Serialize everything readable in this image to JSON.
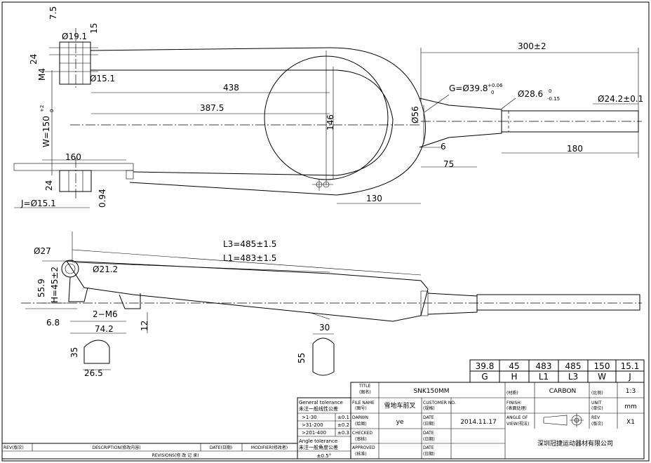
{
  "drawing": {
    "top_view": {
      "overall_length": "300±2",
      "top_bore": "Ø19.1",
      "top_offset": "7.5",
      "top_step": "15",
      "top_height": "24",
      "bolt": "M4",
      "hole_small": "Ø15.1",
      "length_438": "438",
      "length_387": "387.5",
      "width_label": "W=150",
      "width_tol_upper": "+2",
      "width_tol_lower": "0",
      "height_146": "146",
      "g_label": "G=Ø39.8",
      "g_tol_upper": "+0.06",
      "g_tol_lower": "0",
      "d_28": "Ø28.6",
      "d_28_tol_upper": "0",
      "d_28_tol_lower": "-0.15",
      "d_24": "Ø24.2±0.1",
      "d_56": "Ø56",
      "dim_6": "6",
      "dim_75": "75",
      "dim_180": "180",
      "dim_130": "130",
      "dim_160": "160",
      "dim_24b": "24",
      "dim_094": "0.94",
      "j_label": "J=Ø15.1"
    },
    "side_view": {
      "l3": "L3=485±1.5",
      "l1": "L1=483±1.5",
      "d_27": "Ø27",
      "d_21": "Ø21.2",
      "dim_559": "55.9",
      "h_label": "H=45±2",
      "m6": "2−M6",
      "dim_68": "6.8",
      "dim_742": "74.2",
      "dim_12": "12",
      "dim_30": "30",
      "dim_55": "55",
      "dim_35": "35",
      "dim_265": "26.5"
    }
  },
  "spec_table": {
    "values": [
      "39.8",
      "45",
      "483",
      "485",
      "150",
      "15.1"
    ],
    "keys": [
      "G",
      "H",
      "L1",
      "L3",
      "W",
      "J"
    ]
  },
  "title_block": {
    "title_label": "TITLE",
    "title_label_cn": "(图名)",
    "title_value": "SNK150MM",
    "material_label": "(材质)",
    "material_value": "CARBON",
    "scale_label": "(比例)",
    "scale_value": "1:3",
    "file_name_label": "FILE NAME",
    "file_name_label_cn": "(图号)",
    "file_name_value": "雪地车前叉",
    "customer_label": "CUSTOMER NO.",
    "customer_label_cn": "(规格)",
    "finish_label": "FINISH:",
    "finish_label_cn": "(表面处理)",
    "unit_label": "UNIT",
    "unit_label_cn": "(单位)",
    "unit_value": "mm",
    "drawn_label": "DARWN",
    "drawn_label_cn": "(绘图)",
    "drawn_value": "ye",
    "date_label": "DATE",
    "date_label_cn": "(日期)",
    "date_value": "2014.11.17",
    "angle_label": "ANGLE OF",
    "angle_label_cn": "VIEW(视法)",
    "rev_label": "REV",
    "rev_label_cn": "(版次)",
    "rev_value": "X1",
    "checked_label": "CHECKED",
    "checked_label_cn": "(审核)",
    "approved_label": "APPROVED",
    "approved_label_cn": "(核准)",
    "company": "深圳冠捷运动器材有限公司"
  },
  "tolerance": {
    "general_title": "General tolerance",
    "general_title_cn": "未注一般线性公差",
    "rows": [
      {
        "range": ">1-30",
        "tol": "±0.1"
      },
      {
        "range": ">31-200",
        "tol": "±0.2"
      },
      {
        "range": ">201-400",
        "tol": "±0.3"
      }
    ],
    "angle_title": "Angle tolerance",
    "angle_title_cn": "未注一般角度公差",
    "angle_value": "±0.5°"
  },
  "revisions": {
    "rev_col": "REV(版次)",
    "desc_col": "DESCRIPTION(修改内容)",
    "date_col": "DATE(日期)",
    "modifier_col": "MODIFIER(修改者)",
    "footer": "REVISIONS(修 改 记 录)"
  }
}
